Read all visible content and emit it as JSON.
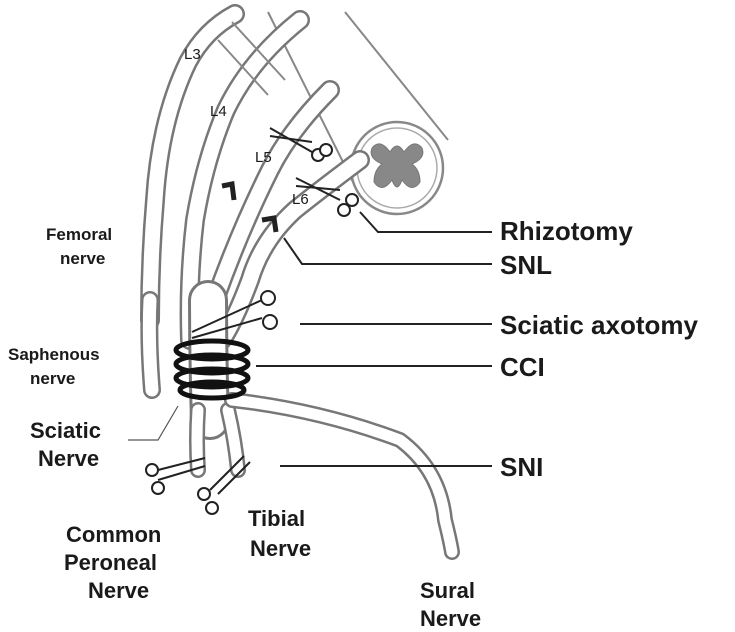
{
  "roots": {
    "l3": "L3",
    "l4": "L4",
    "l5": "L5",
    "l6": "L6"
  },
  "procedures": {
    "rhizotomy": "Rhizotomy",
    "snl": "SNL",
    "sciatic_axotomy": "Sciatic axotomy",
    "cci": "CCI",
    "sni": "SNI"
  },
  "nerves": {
    "femoral": [
      "Femoral",
      "nerve"
    ],
    "saphenous": [
      "Saphenous",
      "nerve"
    ],
    "sciatic": [
      "Sciatic",
      "Nerve"
    ],
    "common_peroneal": [
      "Common",
      "Peroneal",
      "Nerve"
    ],
    "tibial": [
      "Tibial",
      "Nerve"
    ],
    "sural": [
      "Sural",
      "Nerve"
    ]
  },
  "colors": {
    "nerve_outline": "#777777",
    "spinal_gray_matter": "#888888",
    "ligature": "#222222",
    "text": "#1a1a1a"
  }
}
